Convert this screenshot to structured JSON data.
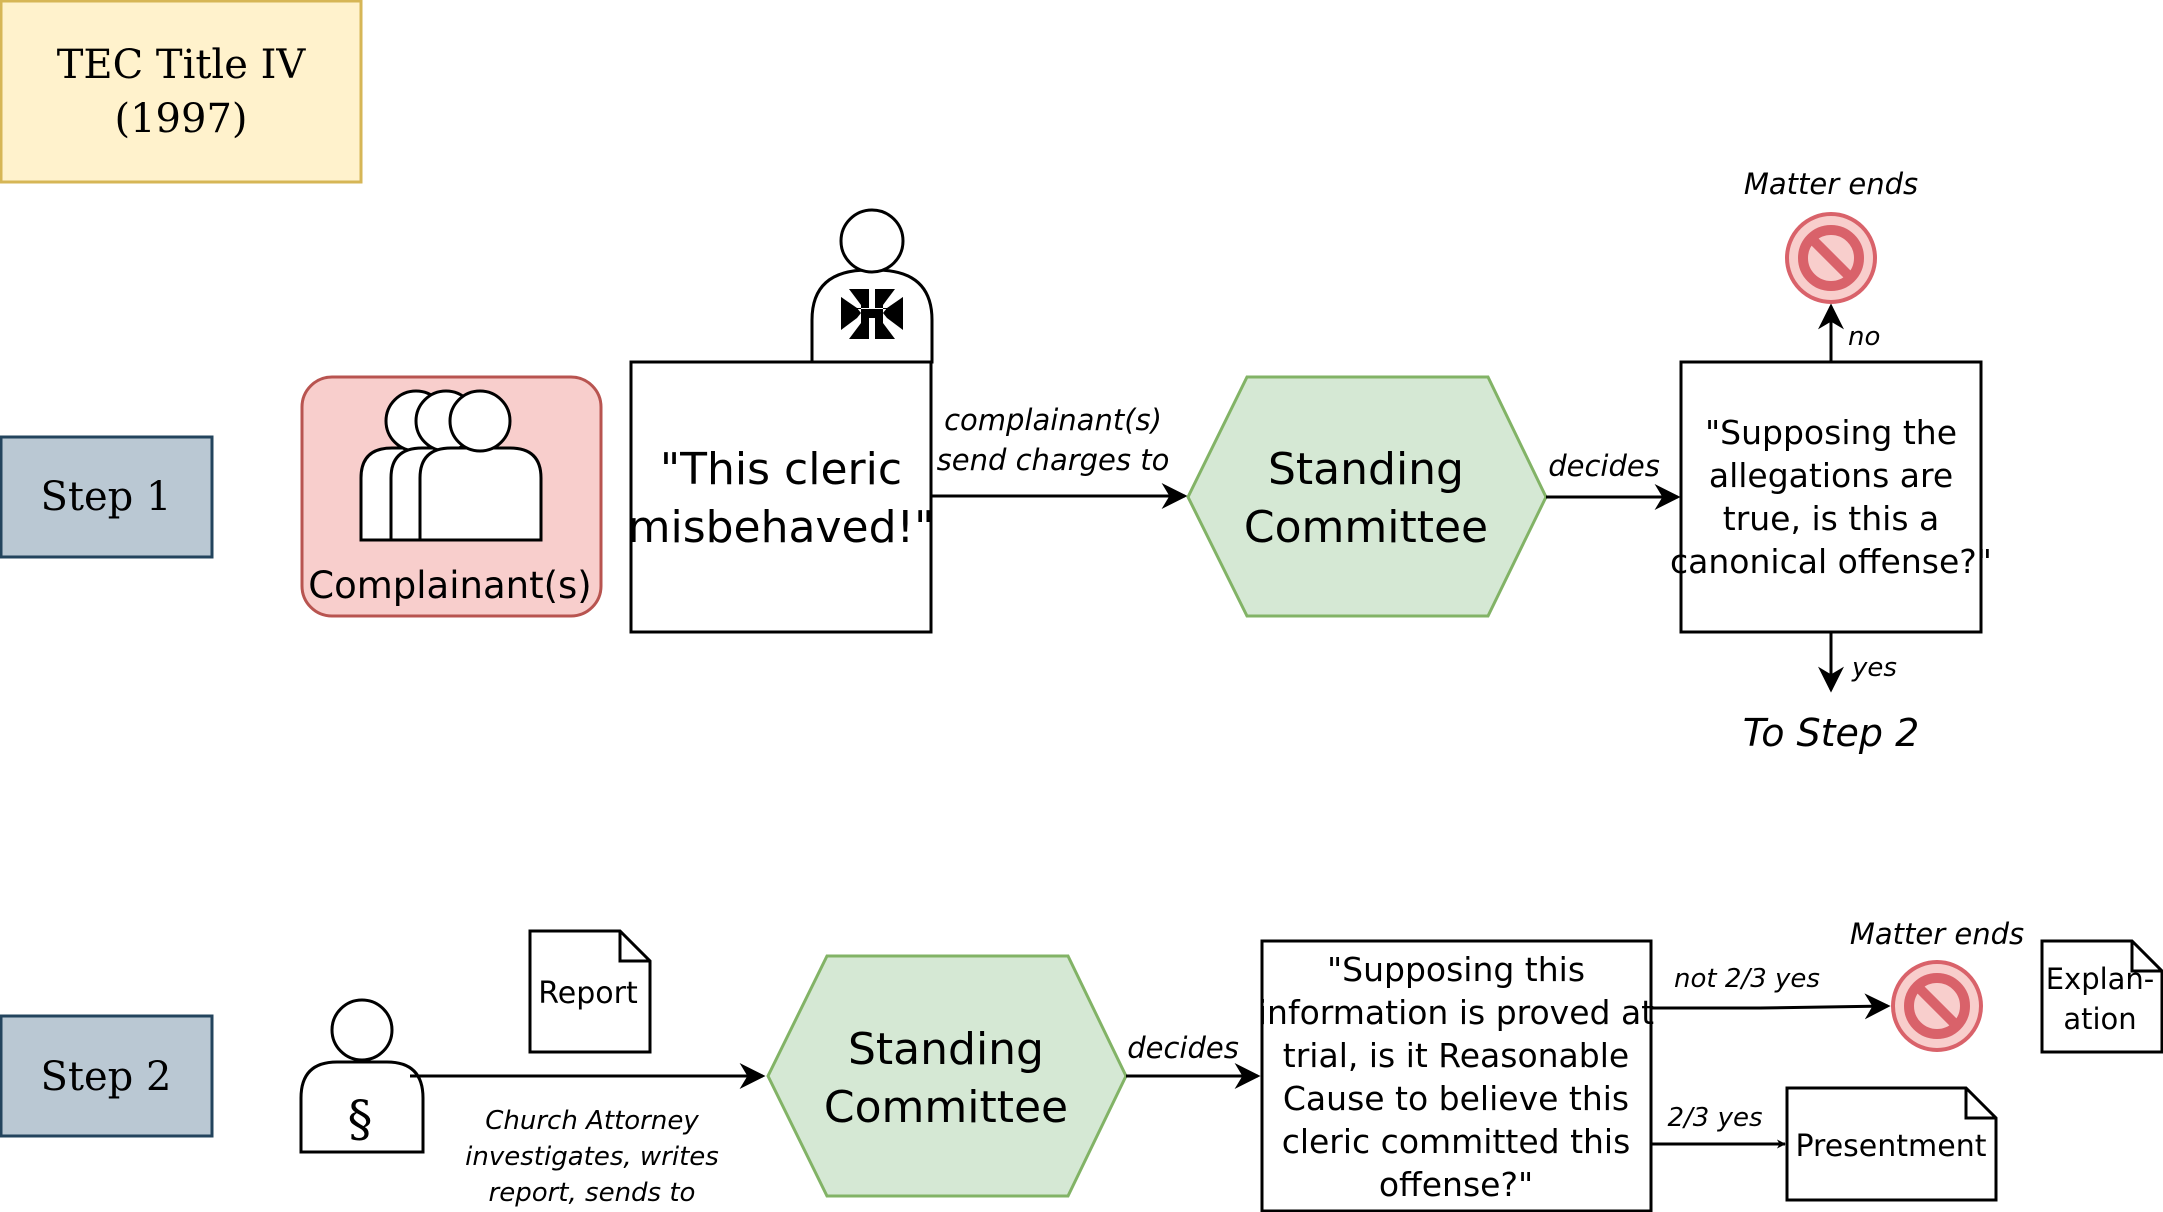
{
  "title": {
    "line1": "TEC Title IV",
    "line2": "(1997)"
  },
  "steps": {
    "step1": "Step 1",
    "step2": "Step 2"
  },
  "step1": {
    "complainants_label": "Complainant(s)",
    "quote": [
      "\"This cleric",
      "misbehaved!\""
    ],
    "arrow_label": [
      "complainant(s)",
      "send charges to"
    ],
    "committee": [
      "Standing",
      "Committee"
    ],
    "decides": "decides",
    "question": [
      "\"Supposing the",
      "allegations are",
      "true, is this a",
      "canonical offense?\""
    ],
    "no_label": "no",
    "yes_label": "yes",
    "matter_ends": "Matter ends",
    "to_step2": "To Step 2"
  },
  "step2": {
    "report": "Report",
    "attorney_caption": [
      "Church Attorney",
      "investigates, writes",
      "report, sends to"
    ],
    "committee": [
      "Standing",
      "Committee"
    ],
    "decides": "decides",
    "question": [
      "\"Supposing this",
      "information is proved at",
      "trial, is it Reasonable",
      "Cause to believe this",
      "cleric committed this",
      "offense?\""
    ],
    "not_two_thirds": "not 2/3 yes",
    "two_thirds": "2/3 yes",
    "matter_ends": "Matter ends",
    "explanation": [
      "Explan-",
      "ation"
    ],
    "presentment": "Presentment"
  },
  "colors": {
    "title_fill": "#fff2cc",
    "title_stroke": "#d6b656",
    "step_fill": "#bac8d3",
    "step_stroke": "#23445d",
    "complainant_fill": "#f8cecc",
    "complainant_stroke": "#b85450",
    "committee_fill": "#d5e8d4",
    "committee_stroke": "#82b366",
    "stop_fill": "#f8cecc",
    "stop_stroke": "#d9626a"
  }
}
